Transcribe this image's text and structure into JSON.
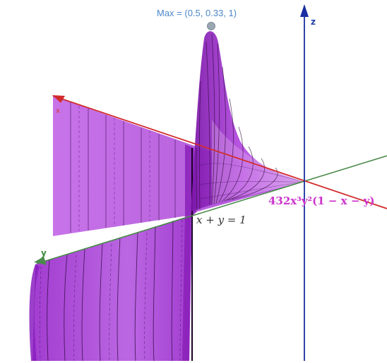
{
  "annotations": {
    "max_label": "Max = (0.5, 0.33, 1)",
    "function_label": "432x³y²(1 − x − y)",
    "line_label": "x + y = 1"
  },
  "axes": {
    "x_label": "x",
    "y_label": "y",
    "z_label": "z"
  },
  "colors": {
    "surface": "#b048d8",
    "surface_dark": "#8a20b8",
    "x_axis": "#d12b2b",
    "y_axis": "#4a8a4a",
    "z_axis": "#1a2fa0",
    "max_point": "#9aa6b2",
    "max_text": "#4a86c8",
    "function_text": "#cc33cc"
  }
}
